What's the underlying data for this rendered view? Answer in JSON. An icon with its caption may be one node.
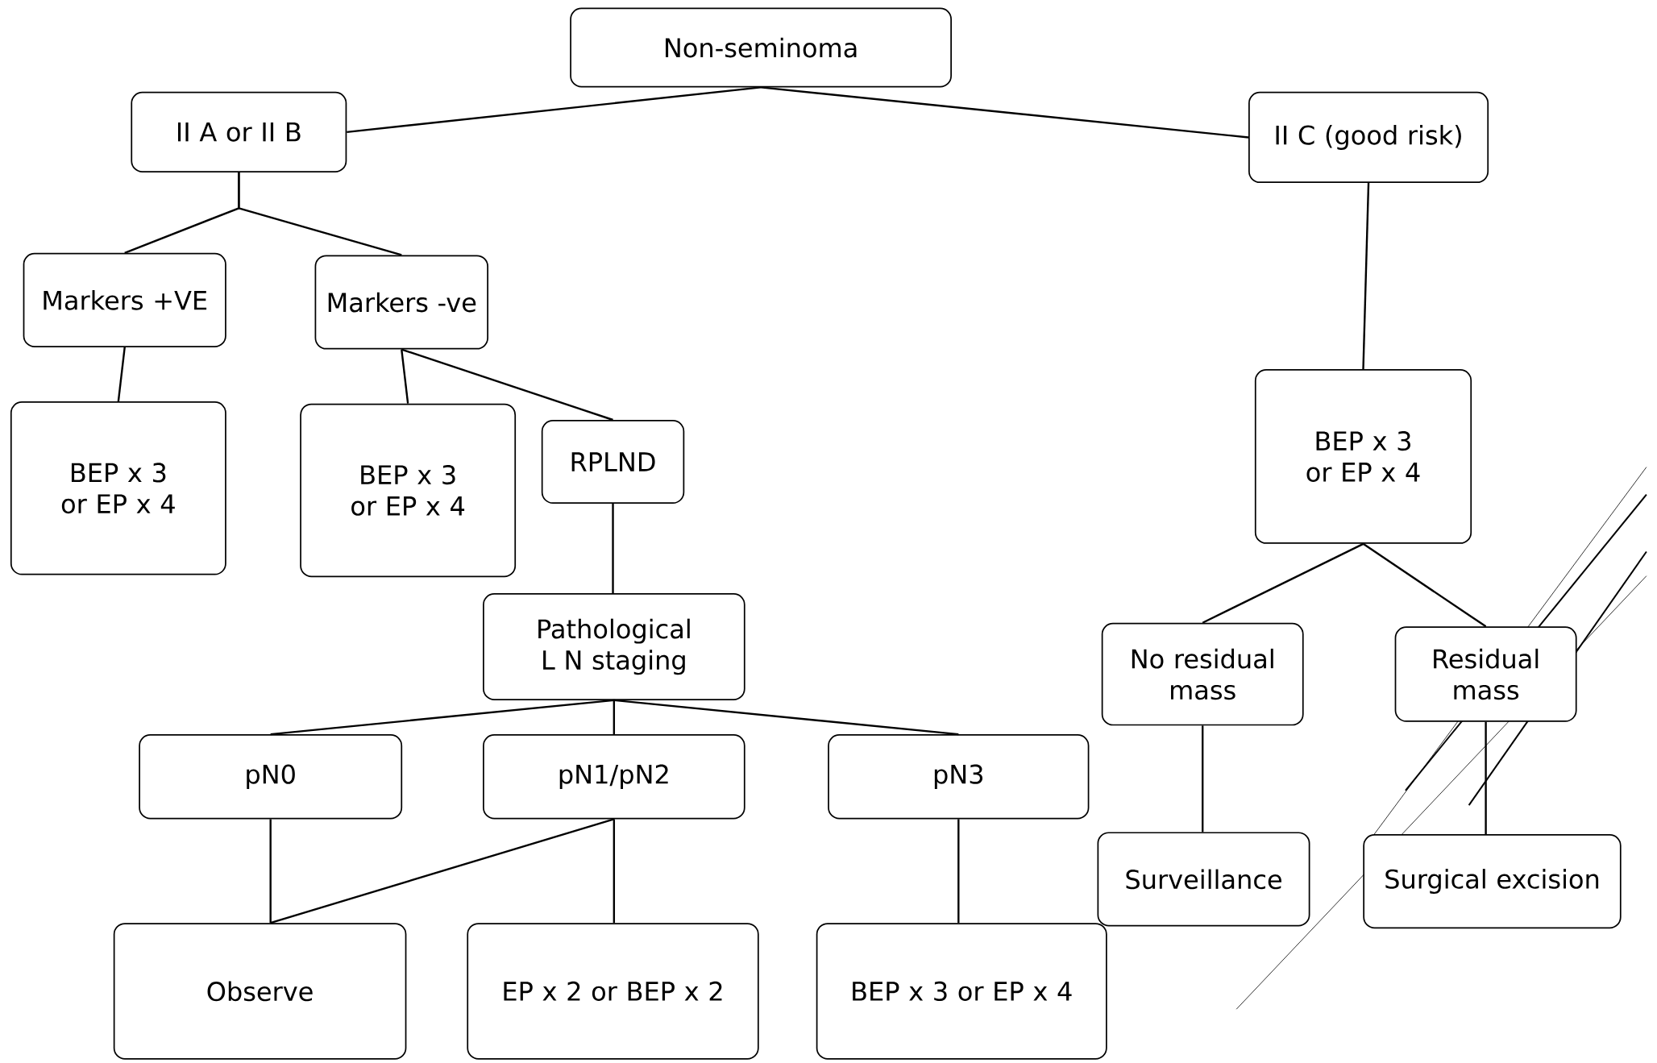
{
  "diagram": {
    "nodes": [
      {
        "text": [
          "Non-seminoma"
        ]
      },
      {
        "text": [
          "II A or II B"
        ]
      },
      {
        "text": [
          "II C (good risk)"
        ]
      },
      {
        "text": [
          "Markers +VE"
        ]
      },
      {
        "text": [
          "Markers -ve"
        ]
      },
      {
        "text": [
          "BEP x 3 or EP x 4"
        ]
      },
      {
        "text": [
          "BEP x 3 or EP x 4"
        ]
      },
      {
        "text": [
          "RPLND"
        ]
      },
      {
        "text": [
          "Pathological L N staging"
        ]
      },
      {
        "text": [
          "pN0"
        ]
      },
      {
        "text": [
          "pN1/pN2"
        ]
      },
      {
        "text": [
          "pN3"
        ]
      },
      {
        "text": [
          "Observe"
        ]
      },
      {
        "text": [
          "EP x 2 or BEP x 2"
        ]
      },
      {
        "text": [
          "BEP x 3 or EP x 4"
        ]
      },
      {
        "text": [
          "BEP x 3 or EP x 4"
        ]
      },
      {
        "text": [
          "No residual mass"
        ]
      },
      {
        "text": [
          "Residual mass"
        ]
      },
      {
        "text": [
          "Surveillance"
        ]
      },
      {
        "text": [
          "Surgical excision"
        ]
      }
    ],
    "edges": [
      {
        "from": 0,
        "to": 1,
        "arrow": "none"
      },
      {
        "from": 0,
        "to": 2,
        "arrow": "none"
      },
      {
        "from": 1,
        "to": 3,
        "arrow": "none"
      },
      {
        "from": 1,
        "to": 4,
        "arrow": "none"
      },
      {
        "from": 3,
        "to": 5,
        "arrow": "none"
      },
      {
        "from": 4,
        "to": 6,
        "arrow": "none"
      },
      {
        "from": 4,
        "to": 7,
        "arrow": "none"
      },
      {
        "from": 7,
        "to": 8,
        "arrow": "none"
      },
      {
        "from": 8,
        "to": 9,
        "arrow": "none"
      },
      {
        "from": 8,
        "to": 10,
        "arrow": "none"
      },
      {
        "from": 8,
        "to": 11,
        "arrow": "none"
      },
      {
        "from": 9,
        "to": 12,
        "arrow": "none"
      },
      {
        "from": 10,
        "to": 12,
        "arrow": "none"
      },
      {
        "from": 10,
        "to": 13,
        "arrow": "none"
      },
      {
        "from": 11,
        "to": 14,
        "arrow": "none"
      },
      {
        "from": 2,
        "to": 15,
        "arrow": "none"
      },
      {
        "from": 15,
        "to": 16,
        "arrow": "none"
      },
      {
        "from": 15,
        "to": 17,
        "arrow": "none"
      },
      {
        "from": 16,
        "to": 18,
        "arrow": "none"
      },
      {
        "from": 17,
        "to": 19,
        "arrow": "none"
      }
    ]
  }
}
